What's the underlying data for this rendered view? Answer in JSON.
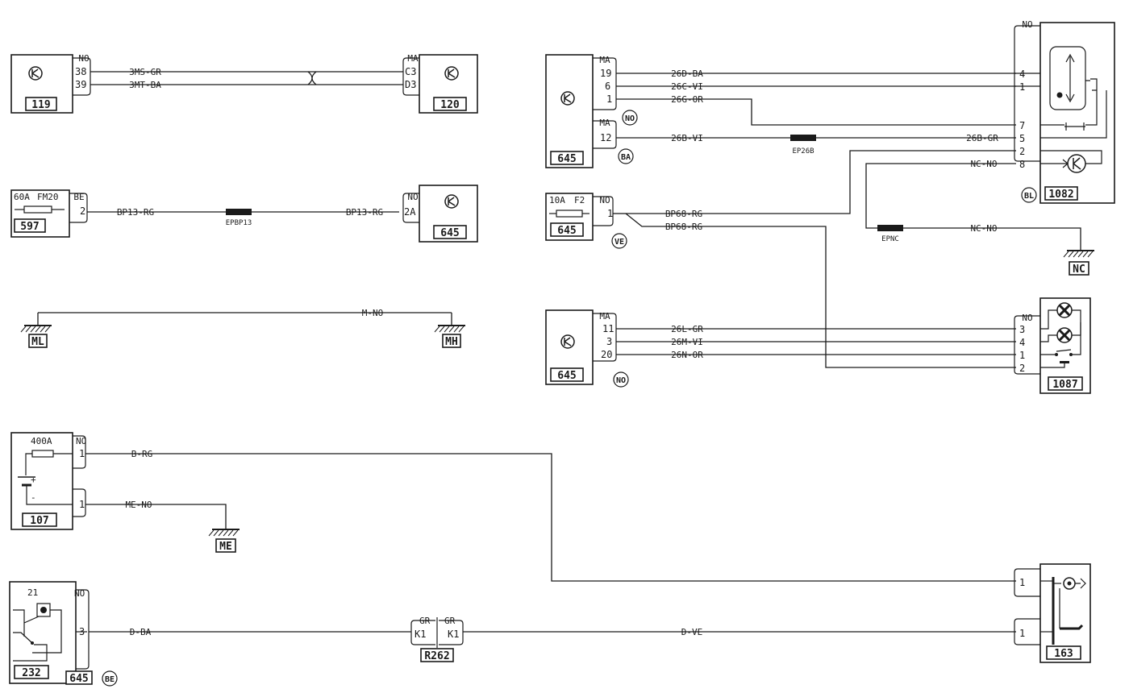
{
  "components": [
    {
      "key": "c119",
      "id": "119"
    },
    {
      "key": "c120",
      "id": "120"
    },
    {
      "key": "c597",
      "id": "597",
      "fuse_rating": "60A",
      "fuse_ref": "FM20"
    },
    {
      "key": "c645a",
      "id": "645"
    },
    {
      "key": "c645b",
      "id": "645"
    },
    {
      "key": "c645c",
      "id": "645",
      "fuse_rating": "10A",
      "fuse_ref": "F2"
    },
    {
      "key": "c645d",
      "id": "645"
    },
    {
      "key": "c1082",
      "id": "1082"
    },
    {
      "key": "c1087",
      "id": "1087"
    },
    {
      "key": "c107",
      "id": "107",
      "fuse_rating": "400A",
      "plus": "+",
      "minus": "-"
    },
    {
      "key": "c232",
      "id": "232",
      "relay_number": "21"
    },
    {
      "key": "c645e",
      "id": "645"
    },
    {
      "key": "r262",
      "id": "R262"
    },
    {
      "key": "c163",
      "id": "163"
    }
  ],
  "grounds": [
    {
      "key": "ml",
      "label": "ML"
    },
    {
      "key": "mh",
      "label": "MH"
    },
    {
      "key": "nc",
      "label": "NC"
    },
    {
      "key": "me",
      "label": "ME"
    }
  ],
  "splices": [
    {
      "key": "ep26b",
      "label": "EP26B"
    },
    {
      "key": "epbp13",
      "label": "EPBP13"
    },
    {
      "key": "epnc",
      "label": "EPNC"
    }
  ],
  "connector_colors": [
    {
      "key": "cc119",
      "text": "NO"
    },
    {
      "key": "cc120",
      "text": "MA"
    },
    {
      "key": "cc597",
      "text": "BE"
    },
    {
      "key": "cc645b",
      "text": "NO"
    },
    {
      "key": "cc645a_top",
      "text": "MA"
    },
    {
      "key": "cc645a_bot",
      "text": "MA"
    },
    {
      "key": "cc645c",
      "text": "NO"
    },
    {
      "key": "cc645d",
      "text": "MA"
    },
    {
      "key": "cc1082",
      "text": "NO"
    },
    {
      "key": "cc1087",
      "text": "NO"
    },
    {
      "key": "cc107",
      "text": "NO"
    },
    {
      "key": "cc232",
      "text": "NO"
    },
    {
      "key": "ccr262a",
      "text": "GR"
    },
    {
      "key": "ccr262b",
      "text": "GR"
    }
  ],
  "circled": [
    {
      "key": "o_no1",
      "text": "NO"
    },
    {
      "key": "o_ba",
      "text": "BA"
    },
    {
      "key": "o_ve",
      "text": "VE"
    },
    {
      "key": "o_bl",
      "text": "BL"
    },
    {
      "key": "o_no2",
      "text": "NO"
    },
    {
      "key": "o_be",
      "text": "BE"
    }
  ],
  "pins": [
    {
      "key": "p119a",
      "text": "38"
    },
    {
      "key": "p119b",
      "text": "39"
    },
    {
      "key": "p120a",
      "text": "C3"
    },
    {
      "key": "p120b",
      "text": "D3"
    },
    {
      "key": "p597",
      "text": "2"
    },
    {
      "key": "p645b",
      "text": "2A"
    },
    {
      "key": "p645a1",
      "text": "19"
    },
    {
      "key": "p645a2",
      "text": "6"
    },
    {
      "key": "p645a3",
      "text": "1"
    },
    {
      "key": "p645a4",
      "text": "12"
    },
    {
      "key": "p645c",
      "text": "1"
    },
    {
      "key": "p645d1",
      "text": "11"
    },
    {
      "key": "p645d2",
      "text": "3"
    },
    {
      "key": "p645d3",
      "text": "20"
    },
    {
      "key": "p1082a",
      "text": "4"
    },
    {
      "key": "p1082b",
      "text": "1"
    },
    {
      "key": "p1082c",
      "text": "7"
    },
    {
      "key": "p1082d",
      "text": "5"
    },
    {
      "key": "p1082e",
      "text": "2"
    },
    {
      "key": "p1082f",
      "text": "8"
    },
    {
      "key": "p1087a",
      "text": "3"
    },
    {
      "key": "p1087b",
      "text": "4"
    },
    {
      "key": "p1087c",
      "text": "1"
    },
    {
      "key": "p1087d",
      "text": "2"
    },
    {
      "key": "p107a",
      "text": "1"
    },
    {
      "key": "p107b",
      "text": "1"
    },
    {
      "key": "p232",
      "text": "3"
    },
    {
      "key": "pr262a",
      "text": "K1"
    },
    {
      "key": "pr262b",
      "text": "K1"
    },
    {
      "key": "p163a",
      "text": "1"
    },
    {
      "key": "p163b",
      "text": "1"
    }
  ],
  "wire_labels": [
    {
      "key": "w3ms",
      "text": "3MS-GR"
    },
    {
      "key": "w3mt",
      "text": "3MT-BA"
    },
    {
      "key": "wbp13a",
      "text": "BP13-RG"
    },
    {
      "key": "wbp13b",
      "text": "BP13-RG"
    },
    {
      "key": "wmno",
      "text": "M-NO"
    },
    {
      "key": "w26d",
      "text": "26D-BA"
    },
    {
      "key": "w26c",
      "text": "26C-VI"
    },
    {
      "key": "w26g",
      "text": "26G-OR"
    },
    {
      "key": "w26b1",
      "text": "26B-VI"
    },
    {
      "key": "w26b2",
      "text": "26B-GR"
    },
    {
      "key": "wncno1",
      "text": "NC-NO"
    },
    {
      "key": "wncno2",
      "text": "NC-NO"
    },
    {
      "key": "wbp68a",
      "text": "BP68-RG"
    },
    {
      "key": "wbp68b",
      "text": "BP68-RG"
    },
    {
      "key": "w26l",
      "text": "26L-GR"
    },
    {
      "key": "w26m",
      "text": "26M-VI"
    },
    {
      "key": "w26n",
      "text": "26N-OR"
    },
    {
      "key": "wbrg",
      "text": "B-RG"
    },
    {
      "key": "wmeno",
      "text": "ME-NO"
    },
    {
      "key": "wdba",
      "text": "D-BA"
    },
    {
      "key": "wdve",
      "text": "D-VE"
    }
  ]
}
